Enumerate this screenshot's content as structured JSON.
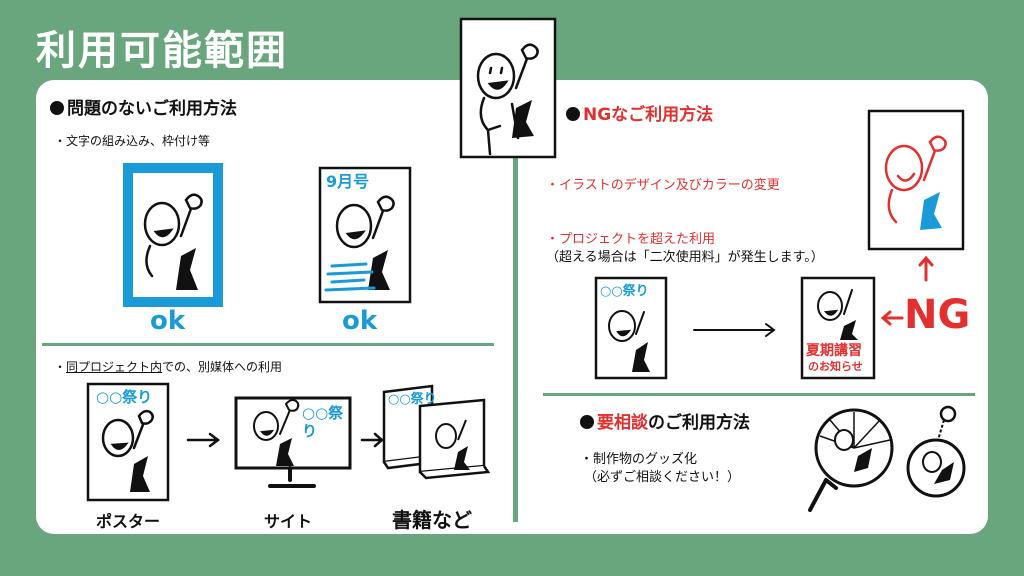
{
  "title": "利用可能範囲",
  "left": {
    "heading": "問題のないご利用方法",
    "bullet1": "・文字の組み込み、枠付け等",
    "ok_label_1": "ok",
    "ok_label_2": "ok",
    "frame_text_2": "9月号",
    "bullet2_underlined": "同プロジェクト内",
    "bullet2_rest": "での、別媒体への利用",
    "poster_text": "○○祭り",
    "site_text": "○○祭り",
    "book_text": "○○祭り",
    "media": [
      "ポスター",
      "サイト",
      "書籍など"
    ]
  },
  "right": {
    "ng_heading": "NGなご利用方法",
    "ng_bullet1": "・イラストのデザイン及びカラーの変更",
    "ng_bullet2": "・プロジェクトを超えた利用",
    "ng_note": "（超える場合は「二次使用料」が発生します。）",
    "festival_text": "○○祭り",
    "seminar_text": "夏期講習",
    "notice_text": "のお知らせ",
    "ng_label": "NG",
    "consult_heading_em": "要相談",
    "consult_heading_rest": "のご利用方法",
    "consult_bullet": "・制作物のグッズ化",
    "consult_note": "（必ずご相談ください！）"
  },
  "colors": {
    "green": "#6aa67d",
    "blue": "#1a9bd8",
    "red": "#e23030"
  }
}
